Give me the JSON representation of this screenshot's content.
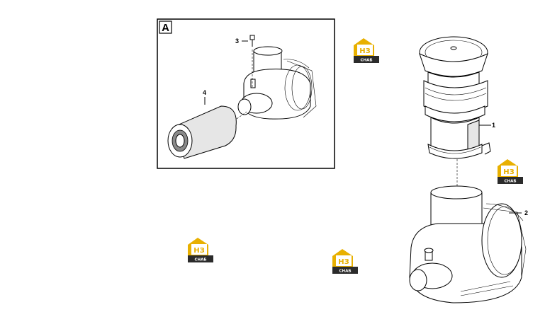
{
  "inset": {
    "letter": "A"
  },
  "callouts": [
    {
      "id": "1",
      "label": "1"
    },
    {
      "id": "2",
      "label": "2"
    },
    {
      "id": "3",
      "label": "3"
    },
    {
      "id": "4",
      "label": "4"
    }
  ],
  "watermark": {
    "top": "НЗ",
    "bottom": "СНАБ",
    "color": "#e8b000"
  }
}
